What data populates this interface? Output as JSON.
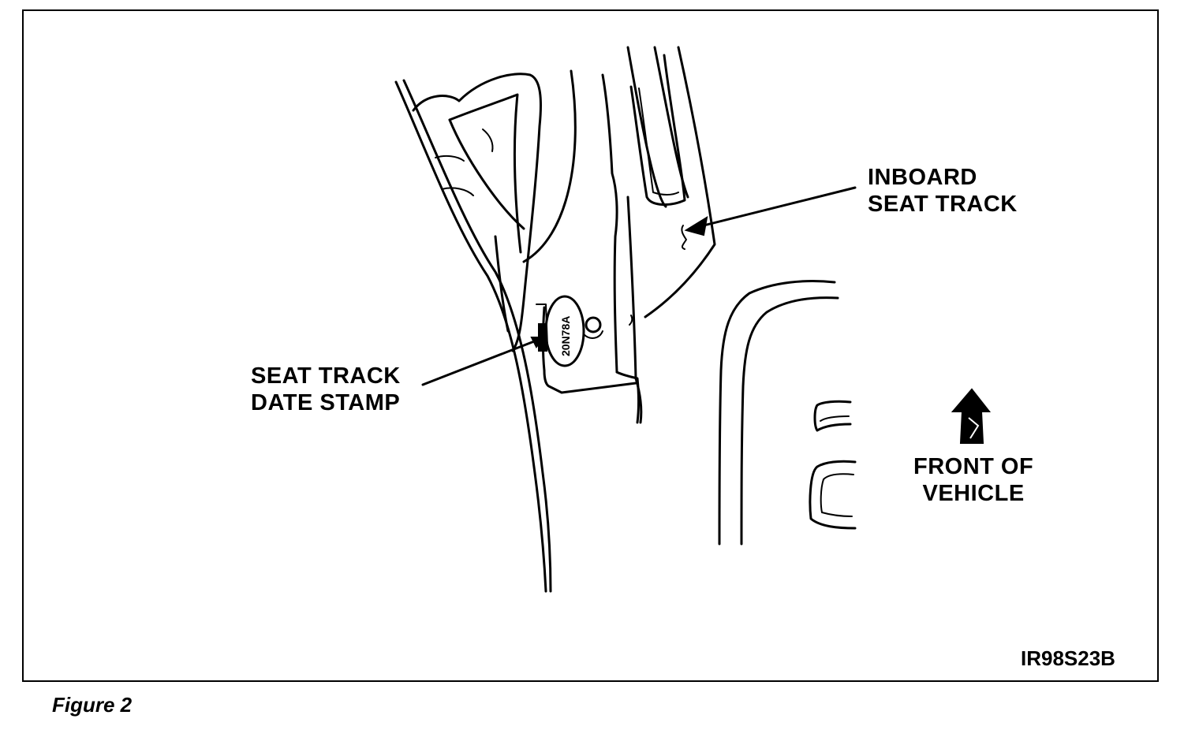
{
  "labels": {
    "inboard_line1": "INBOARD",
    "inboard_line2": "SEAT TRACK",
    "datestamp_line1": "SEAT TRACK",
    "datestamp_line2": "DATE STAMP",
    "front_line1": "FRONT OF",
    "front_line2": "VEHICLE",
    "stamp_text": "20N78A"
  },
  "figure_code": "IR98S23B",
  "caption": "Figure 2"
}
